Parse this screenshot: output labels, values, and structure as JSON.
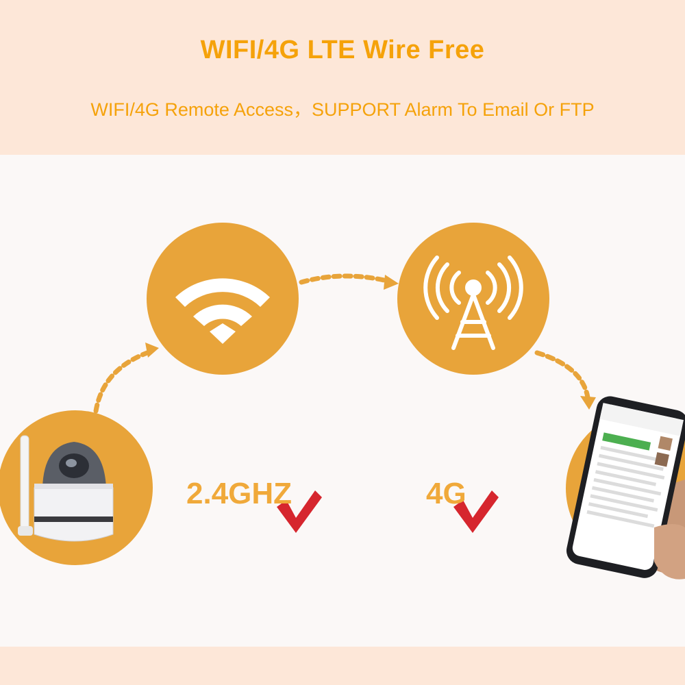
{
  "header": {
    "title": "WIFI/4G LTE Wire Free",
    "subtitle": "WIFI/4G Remote Access，SUPPORT Alarm To Email Or FTP"
  },
  "labels": {
    "wifi_band": "2.4GHZ",
    "cellular": "4G"
  },
  "icons": {
    "wifi": "wifi-icon",
    "tower": "cell-tower-icon",
    "camera": "dome-camera",
    "phone": "smartphone"
  },
  "colors": {
    "circle": "#e8a43a",
    "title": "#f5a20a",
    "check": "#d6262e",
    "header_bg": "#fde7d8"
  }
}
